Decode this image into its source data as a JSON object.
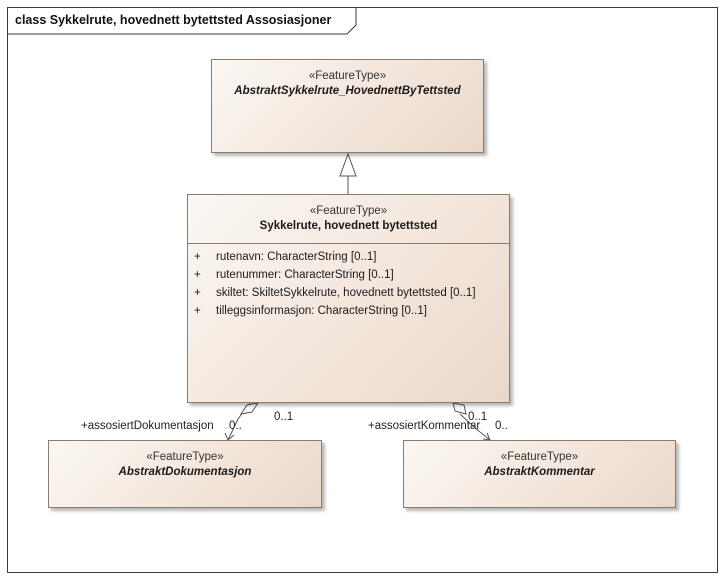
{
  "diagram": {
    "title": "class Sykkelrute, hovednett bytettsted Assosiasjoner"
  },
  "classes": {
    "parent": {
      "stereotype": "«FeatureType»",
      "name": "AbstraktSykkelrute_HovednettByTettsted",
      "abstract": true
    },
    "main": {
      "stereotype": "«FeatureType»",
      "name": "Sykkelrute, hovednett bytettsted",
      "abstract": false,
      "attributes": [
        {
          "visibility": "+",
          "text": "rutenavn: CharacterString [0..1]"
        },
        {
          "visibility": "+",
          "text": "rutenummer: CharacterString [0..1]"
        },
        {
          "visibility": "+",
          "text": "skiltet: SkiltetSykkelrute, hovednett bytettsted [0..1]"
        },
        {
          "visibility": "+",
          "text": "tilleggsinformasjon: CharacterString [0..1]"
        }
      ]
    },
    "dokumentasjon": {
      "stereotype": "«FeatureType»",
      "name": "AbstraktDokumentasjon",
      "abstract": true
    },
    "kommentar": {
      "stereotype": "«FeatureType»",
      "name": "AbstraktKommentar",
      "abstract": true
    }
  },
  "associations": {
    "dokumentasjon": {
      "role": "+assosiertDokumentasjon",
      "target_multiplicity": "0..",
      "source_multiplicity": "0..1"
    },
    "kommentar": {
      "role": "+assosiertKommentar",
      "target_multiplicity": "0..",
      "source_multiplicity": "0..1"
    }
  },
  "colors": {
    "box_border": "#8c7a6a",
    "box_fill_light": "#fbf7f3",
    "box_fill_dark": "#ead8c9",
    "line": "#555555"
  }
}
